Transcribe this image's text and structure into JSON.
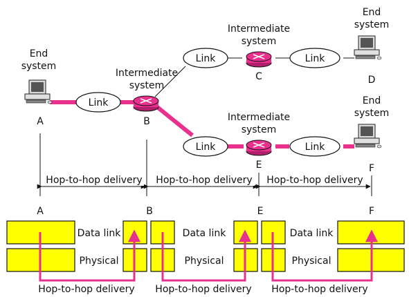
{
  "colors": {
    "accent": "#e8318f",
    "layer_box": "#ffff00"
  },
  "top": {
    "end_system_label": "End system",
    "intermediate_label": "Intermediate system",
    "link_label": "Link",
    "nodes": {
      "A": "A",
      "B": "B",
      "C": "C",
      "D": "D",
      "E": "E",
      "F": "F"
    }
  },
  "hops": {
    "top_label": "Hop-to-hop delivery",
    "bottom_label": "Hop-to-hop delivery"
  },
  "layers": {
    "node_labels": [
      "A",
      "B",
      "E",
      "F"
    ],
    "data_link": "Data link",
    "physical": "Physical"
  },
  "icons": [
    "computer-icon",
    "router-icon",
    "arrow-icon"
  ]
}
